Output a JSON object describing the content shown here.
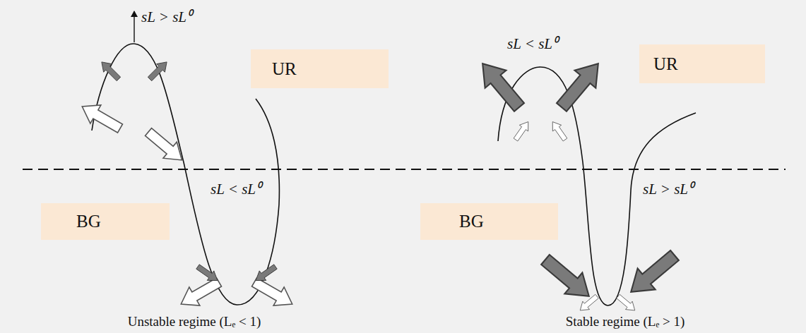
{
  "diagram": {
    "nodes": [
      {
        "text": [
          "UR"
        ]
      },
      {
        "text": [
          "UR"
        ]
      },
      {
        "text": [
          "BG"
        ]
      },
      {
        "text": [
          "BG"
        ]
      }
    ],
    "labels": [
      "sL > sL⁰",
      "sL < sL⁰",
      "sL < sL⁰",
      "sL > sL⁰",
      "Unstable regime (Lₑ < 1)",
      "Stable regime (Lₑ > 1)"
    ]
  }
}
